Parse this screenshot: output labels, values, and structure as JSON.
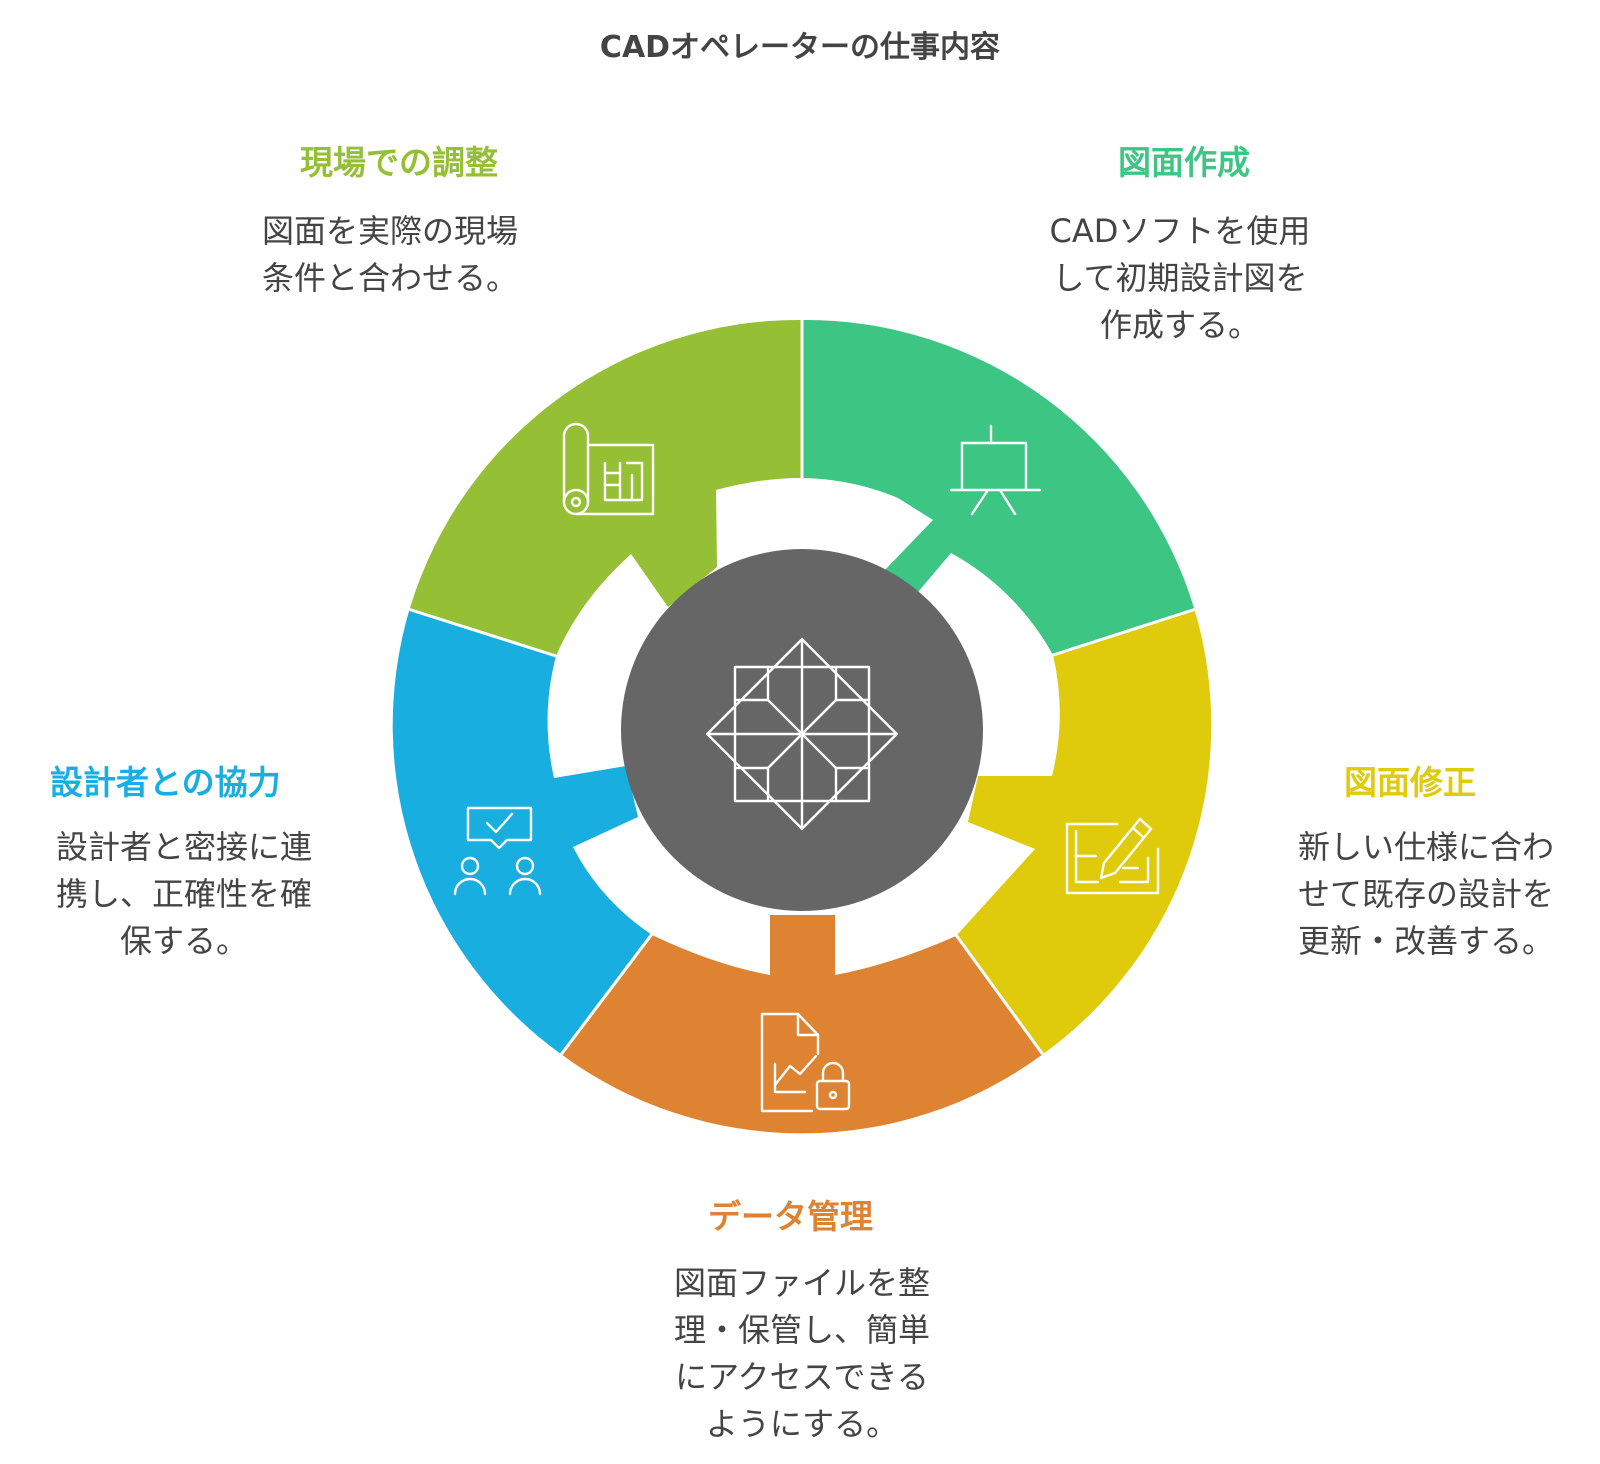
{
  "title": "CADオペレーターの仕事内容",
  "colors": {
    "green": "#3DC584",
    "yellow": "#DFCB0C",
    "orange": "#DD8332",
    "blue": "#18AEE0",
    "lime": "#95BF34",
    "center": "#666666"
  },
  "segments": {
    "drawing": {
      "heading": "図面作成",
      "lines": [
        "CADソフトを使用",
        "して初期設計図を",
        "作成する。"
      ],
      "icon": "presentation-easel-icon"
    },
    "revision": {
      "heading": "図面修正",
      "lines": [
        "新しい仕様に合わ",
        "せて既存の設計を",
        "更新・改善する。"
      ],
      "icon": "blueprint-pencil-icon"
    },
    "data": {
      "heading": "データ管理",
      "lines": [
        "図面ファイルを整",
        "理・保管し、簡単",
        "にアクセスできる",
        "ようにする。"
      ],
      "icon": "locked-chart-document-icon"
    },
    "collab": {
      "heading": "設計者との協力",
      "lines": [
        "設計者と密接に連",
        "携し、正確性を確",
        "保する。"
      ],
      "icon": "team-approval-icon"
    },
    "site": {
      "heading": "現場での調整",
      "lines": [
        "図面を実際の現場",
        "条件と合わせる。"
      ],
      "icon": "blueprint-scroll-icon"
    }
  },
  "center_icon": "geometric-star-icon"
}
